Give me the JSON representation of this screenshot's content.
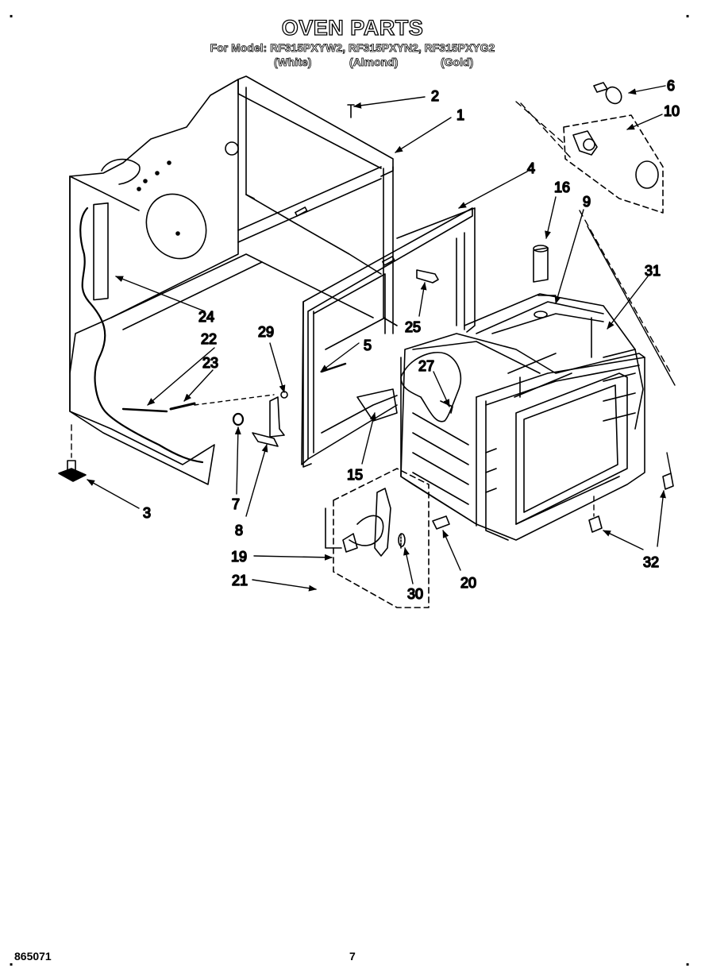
{
  "header": {
    "title": "OVEN PARTS",
    "models_line": "For Model: RF315PXYW2, RF315PXYN2, RF315PXYG2",
    "colors": [
      "(White)",
      "(Almond)",
      "(Gold)"
    ]
  },
  "callouts": [
    "1",
    "2",
    "3",
    "4",
    "5",
    "6",
    "7",
    "8",
    "9",
    "10",
    "15",
    "16",
    "19",
    "20",
    "21",
    "22",
    "23",
    "24",
    "25",
    "27",
    "29",
    "30",
    "31",
    "32"
  ],
  "footer": {
    "doc_number": "865071",
    "page_number": "7"
  }
}
